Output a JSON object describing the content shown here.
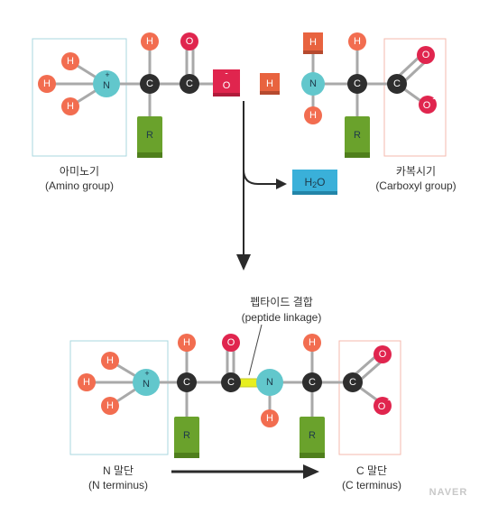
{
  "labels": {
    "amino_ko": "아미노기",
    "amino_en": "(Amino group)",
    "carboxyl_ko": "카복시기",
    "carboxyl_en": "(Carboxyl group)",
    "water": "H2O",
    "peptide_ko": "펩타이드 결합",
    "peptide_en": "(peptide linkage)",
    "n_term_ko": "N 말단",
    "n_term_en": "(N terminus)",
    "c_term_ko": "C 말단",
    "c_term_en": "(C terminus)",
    "watermark": "NAVER"
  },
  "atoms": {
    "H": "H",
    "N": "N",
    "C": "C",
    "O": "O",
    "R": "R",
    "plus": "+",
    "minus": "-",
    "sub2": "2"
  },
  "colors": {
    "hydrogen": "#f26d50",
    "hydrogen_square": "#e8633f",
    "nitrogen": "#62c7cc",
    "carbon": "#2e2e2e",
    "oxygen": "#e0254e",
    "r_group": "#6aa22c",
    "water": "#3ab0d9",
    "amino_box": "#a9d7df",
    "carboxyl_box": "#f6b9ad",
    "peptide_bond": "#e7ef1f"
  }
}
